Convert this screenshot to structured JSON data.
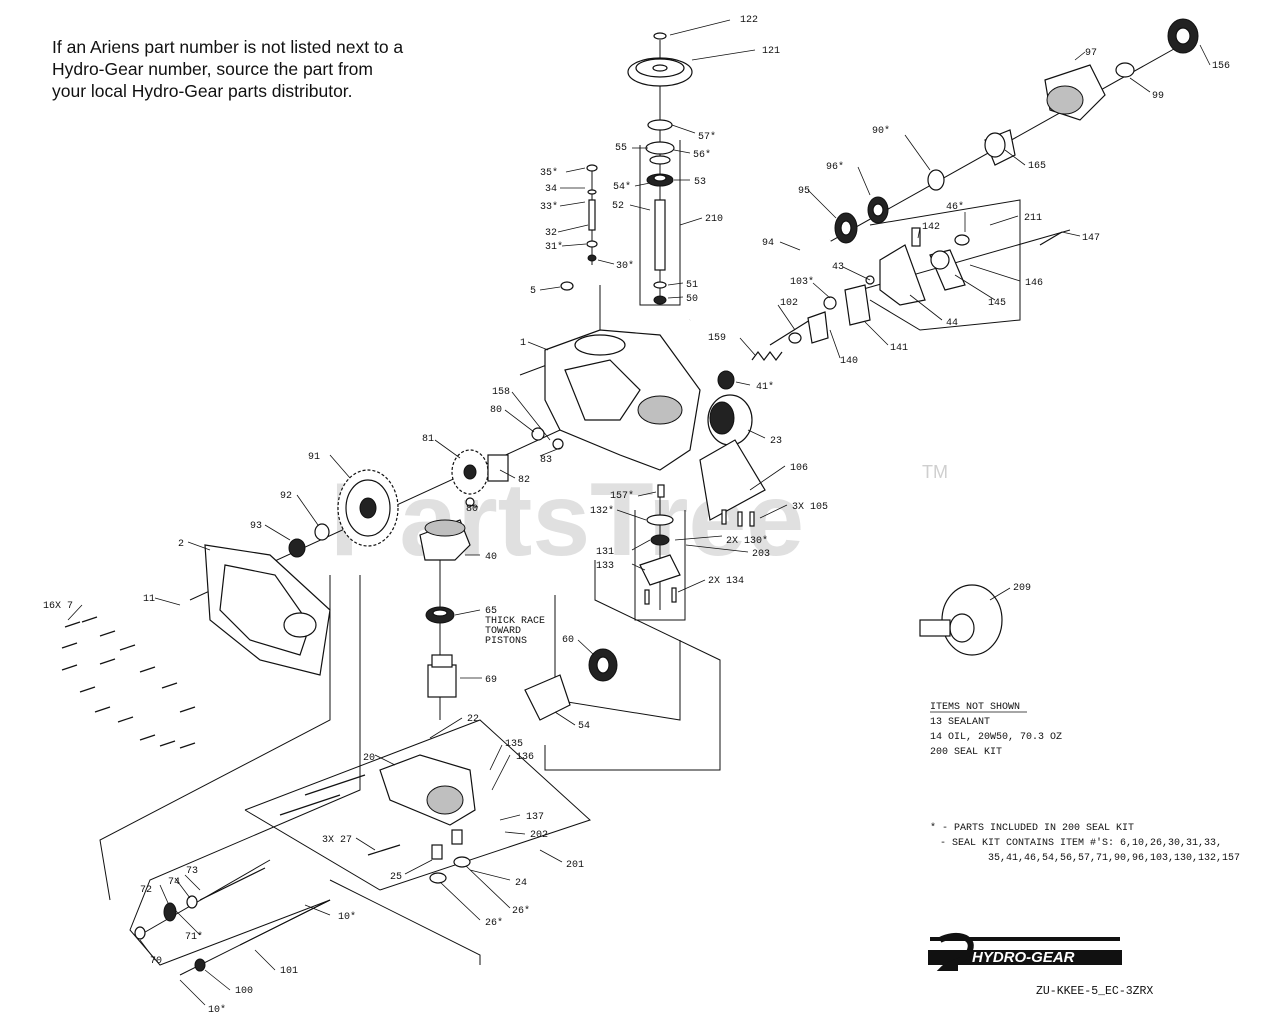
{
  "note_lines": [
    "If an Ariens part number is not listed next to a",
    "Hydro-Gear number, source the part from",
    "your local Hydro-Gear parts distributor."
  ],
  "watermark": "PartsTree",
  "watermark_tm": "TM",
  "callouts": {
    "c122": "122",
    "c121": "121",
    "c57": "57*",
    "c55": "55",
    "c56": "56*",
    "c54": "54*",
    "c53": "53",
    "c52": "52",
    "c210": "210",
    "c51": "51",
    "c50": "50",
    "c35": "35*",
    "c34": "34",
    "c33": "33*",
    "c32": "32",
    "c31": "31*",
    "c30": "30*",
    "c5": "5",
    "c1": "1",
    "c158": "158",
    "c80a": "80",
    "c83": "83",
    "c81": "81",
    "c82": "82",
    "c80b": "80",
    "c91": "91",
    "c92": "92",
    "c93": "93",
    "c2": "2",
    "c11": "11",
    "c16x7": "16X 7",
    "c40": "40",
    "c65": "65",
    "c65txt1": "THICK RACE",
    "c65txt2": "TOWARD",
    "c65txt3": "PISTONS",
    "c69": "69",
    "c22": "22",
    "c60": "60",
    "c54b": "54",
    "c20": "20",
    "c135": "135",
    "c136": "136",
    "c137": "137",
    "c202": "202",
    "c201": "201",
    "c3x27": "3X 27",
    "c25": "25",
    "c24": "24",
    "c26a": "26*",
    "c26b": "26*",
    "c73": "73",
    "c72": "72",
    "c74": "74",
    "c71": "71*",
    "c70": "70",
    "c10a": "10*",
    "c101": "101",
    "c100": "100",
    "c10b": "10*",
    "c156": "156",
    "c97": "97",
    "c99": "99",
    "c90": "90*",
    "c165": "165",
    "c96": "96*",
    "c95": "95",
    "c94": "94",
    "c142": "142",
    "c46": "46*",
    "c211": "211",
    "c147": "147",
    "c146": "146",
    "c145": "145",
    "c44": "44",
    "c43": "43",
    "c103": "103*",
    "c102": "102",
    "c140": "140",
    "c141": "141",
    "c159": "159",
    "c41": "41*",
    "c23": "23",
    "c106": "106",
    "c3x105": "3X 105",
    "c157": "157*",
    "c132": "132*",
    "c130": "2X 130*",
    "c203": "203",
    "c131": "131",
    "c133": "133",
    "c134": "2X 134",
    "c209": "209"
  },
  "items_not_shown": {
    "heading": "ITEMS NOT SHOWN",
    "lines": [
      "13 SEALANT",
      "14 OIL, 20W50, 70.3 OZ",
      "200 SEAL KIT"
    ]
  },
  "seal_kit_note": {
    "line1": "* - PARTS INCLUDED IN 200 SEAL KIT",
    "line2": "- SEAL KIT CONTAINS ITEM #'S: 6,10,26,30,31,33,",
    "line3": "35,41,46,54,56,57,71,90,96,103,130,132,157"
  },
  "logo_text": "HYDRO-GEAR",
  "model_code": "ZU-KKEE-5_EC-3ZRX"
}
